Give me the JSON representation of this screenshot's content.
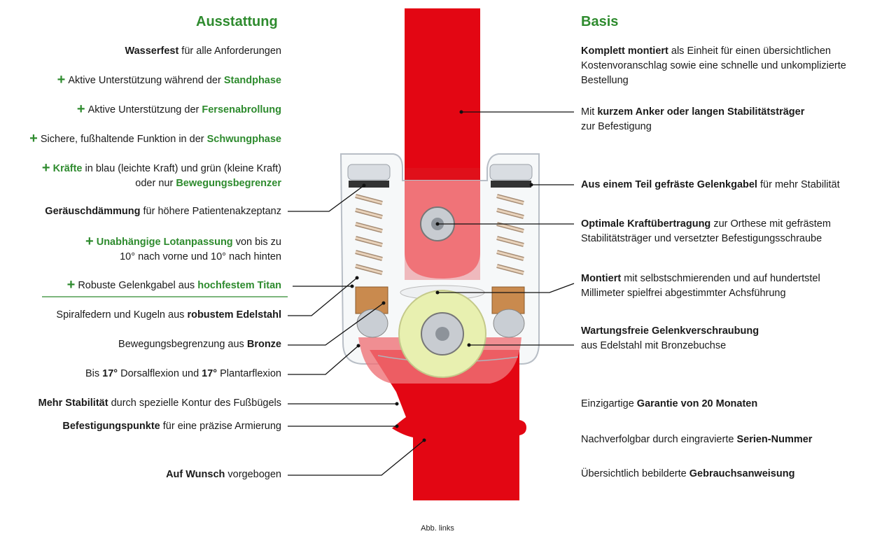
{
  "left_heading": "Ausstattung",
  "right_heading": "Basis",
  "left_items": [
    {
      "plus": false,
      "parts": [
        {
          "t": "Wasserfest",
          "s": "b"
        },
        {
          "t": " für alle Anforderungen",
          "s": ""
        }
      ]
    },
    {
      "plus": true,
      "parts": [
        {
          "t": "Aktive Unterstützung während der ",
          "s": ""
        },
        {
          "t": "Standphase",
          "s": "g"
        }
      ]
    },
    {
      "plus": true,
      "parts": [
        {
          "t": "Aktive Unterstützung der ",
          "s": ""
        },
        {
          "t": "Fersenabrollung",
          "s": "g"
        }
      ]
    },
    {
      "plus": true,
      "parts": [
        {
          "t": "Sichere, fußhaltende Funktion in der ",
          "s": ""
        },
        {
          "t": "Schwungphase",
          "s": "g"
        }
      ]
    },
    {
      "plus": true,
      "parts": [
        {
          "t": "Kräfte",
          "s": "g"
        },
        {
          "t": " in blau (leichte Kraft) und grün (kleine Kraft)",
          "s": ""
        },
        {
          "t": "\n",
          "s": ""
        },
        {
          "t": "oder nur ",
          "s": ""
        },
        {
          "t": "Bewegungsbegrenzer",
          "s": "g"
        }
      ]
    },
    {
      "plus": false,
      "parts": [
        {
          "t": "Geräuschdämmung",
          "s": "b"
        },
        {
          "t": " für höhere Patientenakzeptanz",
          "s": ""
        }
      ]
    },
    {
      "plus": true,
      "parts": [
        {
          "t": "Unabhängige Lotanpassung",
          "s": "g"
        },
        {
          "t": " von bis zu",
          "s": ""
        },
        {
          "t": "\n",
          "s": ""
        },
        {
          "t": "10° nach vorne und 10° nach hinten",
          "s": ""
        }
      ]
    },
    {
      "plus": true,
      "parts": [
        {
          "t": "Robuste Gelenkgabel aus ",
          "s": ""
        },
        {
          "t": "hochfestem Titan",
          "s": "g"
        }
      ]
    },
    {
      "plus": false,
      "parts": [
        {
          "t": "Spiralfedern und Kugeln aus ",
          "s": ""
        },
        {
          "t": "robustem Edelstahl",
          "s": "b"
        }
      ]
    },
    {
      "plus": false,
      "parts": [
        {
          "t": "Bewegungsbegrenzung aus ",
          "s": ""
        },
        {
          "t": "Bronze",
          "s": "b"
        }
      ]
    },
    {
      "plus": false,
      "parts": [
        {
          "t": "Bis ",
          "s": ""
        },
        {
          "t": "17°",
          "s": "b"
        },
        {
          "t": " Dorsalflexion und ",
          "s": ""
        },
        {
          "t": "17°",
          "s": "b"
        },
        {
          "t": " Plantarflexion",
          "s": ""
        }
      ]
    },
    {
      "plus": false,
      "parts": [
        {
          "t": "Mehr Stabilität",
          "s": "b"
        },
        {
          "t": " durch spezielle Kontur des Fußbügels",
          "s": ""
        }
      ]
    },
    {
      "plus": false,
      "parts": [
        {
          "t": "Befestigungspunkte",
          "s": "b"
        },
        {
          "t": " für eine präzise Armierung",
          "s": ""
        }
      ]
    },
    {
      "plus": false,
      "parts": [
        {
          "t": "Auf Wunsch",
          "s": "b"
        },
        {
          "t": " vorgebogen",
          "s": ""
        }
      ]
    }
  ],
  "right_items": [
    {
      "parts": [
        {
          "t": "Komplett montiert",
          "s": "b"
        },
        {
          "t": " als Einheit für einen übersichtlichen",
          "s": ""
        },
        {
          "t": "\n",
          "s": ""
        },
        {
          "t": "Kostenvoranschlag sowie eine schnelle und unkomplizierte",
          "s": ""
        },
        {
          "t": "\n",
          "s": ""
        },
        {
          "t": "Bestellung",
          "s": ""
        }
      ]
    },
    {
      "parts": [
        {
          "t": "Mit ",
          "s": ""
        },
        {
          "t": "kurzem Anker oder langen Stabilitätsträger",
          "s": "b"
        },
        {
          "t": "\n",
          "s": ""
        },
        {
          "t": "zur Befestigung",
          "s": ""
        }
      ]
    },
    {
      "parts": [
        {
          "t": "Aus einem Teil gefräste Gelenkgabel",
          "s": "b"
        },
        {
          "t": " für mehr Stabilität",
          "s": ""
        }
      ]
    },
    {
      "parts": [
        {
          "t": "Optimale Kraftübertragung",
          "s": "b"
        },
        {
          "t": " zur Orthese mit gefrästem",
          "s": ""
        },
        {
          "t": "\n",
          "s": ""
        },
        {
          "t": "Stabilitätsträger und versetzter Befestigungsschraube",
          "s": ""
        }
      ]
    },
    {
      "parts": [
        {
          "t": "Montiert",
          "s": "b"
        },
        {
          "t": " mit selbstschmierenden und auf hundertstel",
          "s": ""
        },
        {
          "t": "\n",
          "s": ""
        },
        {
          "t": "Millimeter spielfrei abgestimmter Achsführung",
          "s": ""
        }
      ]
    },
    {
      "parts": [
        {
          "t": "Wartungsfreie Gelenkverschraubung",
          "s": "b"
        },
        {
          "t": "\n",
          "s": ""
        },
        {
          "t": "aus Edelstahl mit Bronzebuchse",
          "s": ""
        }
      ]
    },
    {
      "parts": [
        {
          "t": "Einzigartige ",
          "s": ""
        },
        {
          "t": "Garantie von 20 Monaten",
          "s": "b"
        }
      ]
    },
    {
      "parts": [
        {
          "t": "Nachverfolgbar durch eingravierte ",
          "s": ""
        },
        {
          "t": "Serien-Nummer",
          "s": "b"
        }
      ]
    },
    {
      "parts": [
        {
          "t": "Übersichtlich bebilderte ",
          "s": ""
        },
        {
          "t": "Gebrauchsanweisung",
          "s": "b"
        }
      ]
    }
  ],
  "footer": "Abb. links",
  "colors": {
    "accent_green": "#2e8b2e",
    "red": "#e30613",
    "spring": "#d9c2a8",
    "bronze": "#c98a4e",
    "bushing": "#e8f0b0"
  }
}
